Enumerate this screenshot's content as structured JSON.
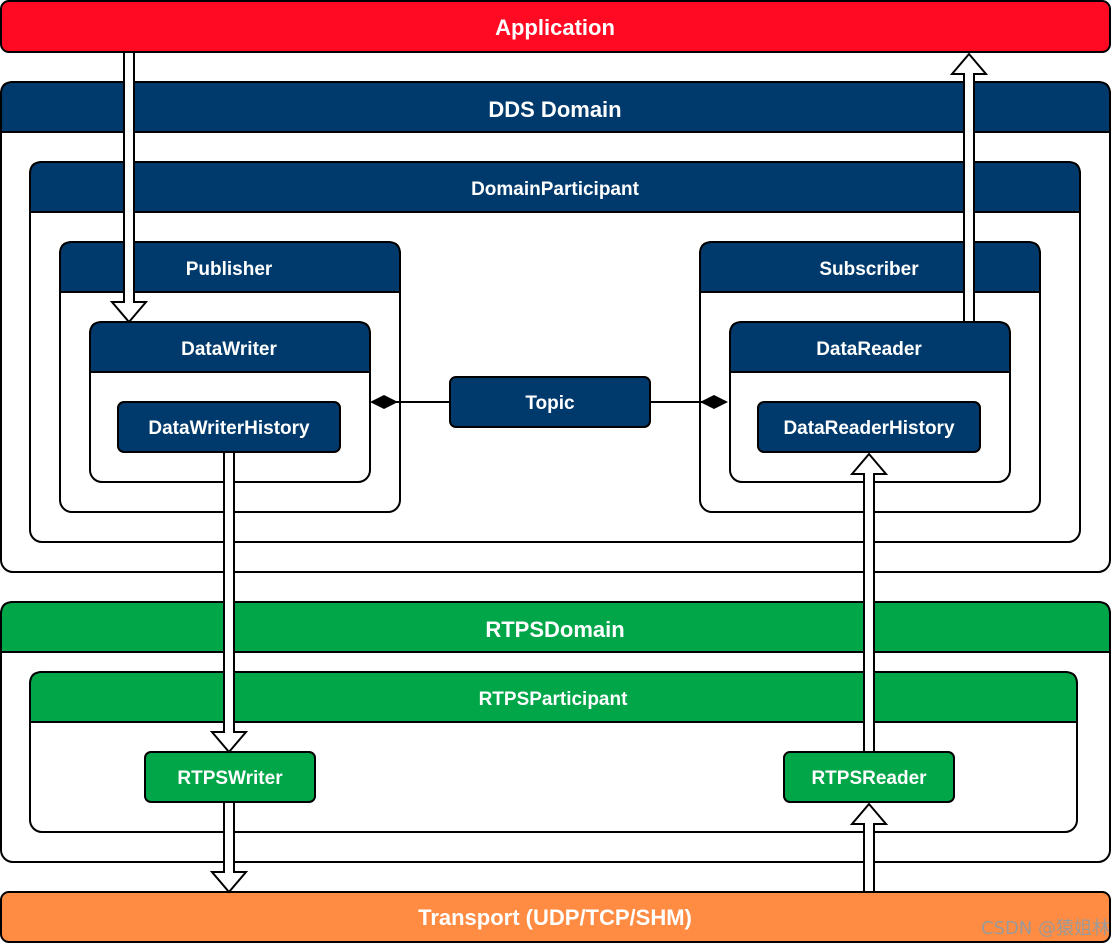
{
  "labels": {
    "application": "Application",
    "dds_domain": "DDS Domain",
    "domain_participant": "DomainParticipant",
    "publisher": "Publisher",
    "subscriber": "Subscriber",
    "data_writer": "DataWriter",
    "data_reader": "DataReader",
    "data_writer_history": "DataWriterHistory",
    "data_reader_history": "DataReaderHistory",
    "topic": "Topic",
    "rtps_domain": "RTPSDomain",
    "rtps_participant": "RTPSParticipant",
    "rtps_writer": "RTPSWriter",
    "rtps_reader": "RTPSReader",
    "transport": "Transport (UDP/TCP/SHM)"
  },
  "watermark": "CSDN @猿姐林",
  "colors": {
    "application": "#ff0a22",
    "dds": "#003a6c",
    "rtps": "#00a648",
    "transport": "#ff8c42",
    "stroke": "#000000"
  }
}
